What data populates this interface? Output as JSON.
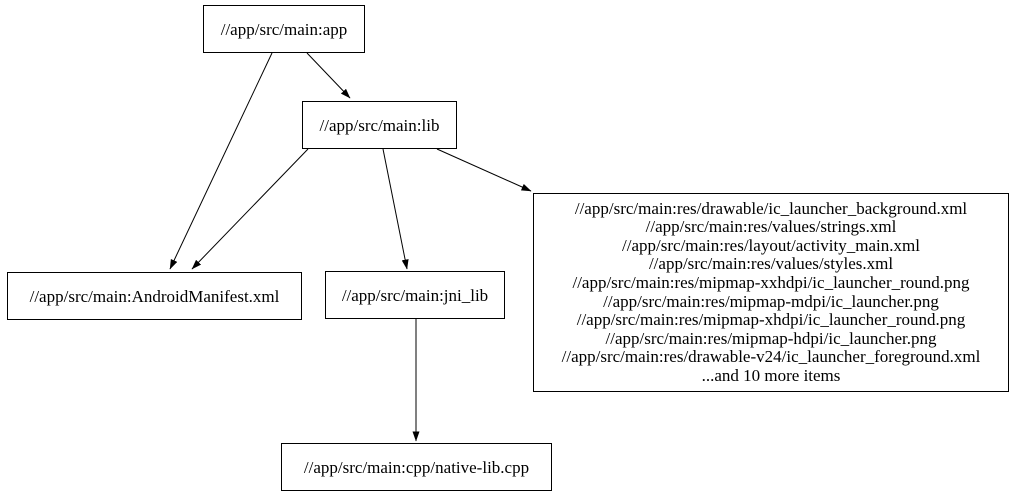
{
  "graph": {
    "colors": {
      "background": "#ffffff",
      "node_border": "#000000",
      "text": "#000000",
      "edge": "#000000"
    },
    "nodes": {
      "app": {
        "label": "//app/src/main:app"
      },
      "lib": {
        "label": "//app/src/main:lib"
      },
      "manifest": {
        "label": "//app/src/main:AndroidManifest.xml"
      },
      "jni_lib": {
        "label": "//app/src/main:jni_lib"
      },
      "native_lib": {
        "label": "//app/src/main:cpp/native-lib.cpp"
      },
      "res_group": {
        "lines": [
          "//app/src/main:res/drawable/ic_launcher_background.xml",
          "//app/src/main:res/values/strings.xml",
          "//app/src/main:res/layout/activity_main.xml",
          "//app/src/main:res/values/styles.xml",
          "//app/src/main:res/mipmap-xxhdpi/ic_launcher_round.png",
          "//app/src/main:res/mipmap-mdpi/ic_launcher.png",
          "//app/src/main:res/mipmap-xhdpi/ic_launcher_round.png",
          "//app/src/main:res/mipmap-hdpi/ic_launcher.png",
          "//app/src/main:res/drawable-v24/ic_launcher_foreground.xml",
          "...and 10 more items"
        ]
      }
    },
    "edges": [
      {
        "from": "//app/src/main:app",
        "to": "//app/src/main:lib"
      },
      {
        "from": "//app/src/main:app",
        "to": "//app/src/main:AndroidManifest.xml"
      },
      {
        "from": "//app/src/main:lib",
        "to": "//app/src/main:AndroidManifest.xml"
      },
      {
        "from": "//app/src/main:lib",
        "to": "//app/src/main:jni_lib"
      },
      {
        "from": "//app/src/main:lib",
        "to": "res-group"
      },
      {
        "from": "//app/src/main:jni_lib",
        "to": "//app/src/main:cpp/native-lib.cpp"
      }
    ]
  }
}
